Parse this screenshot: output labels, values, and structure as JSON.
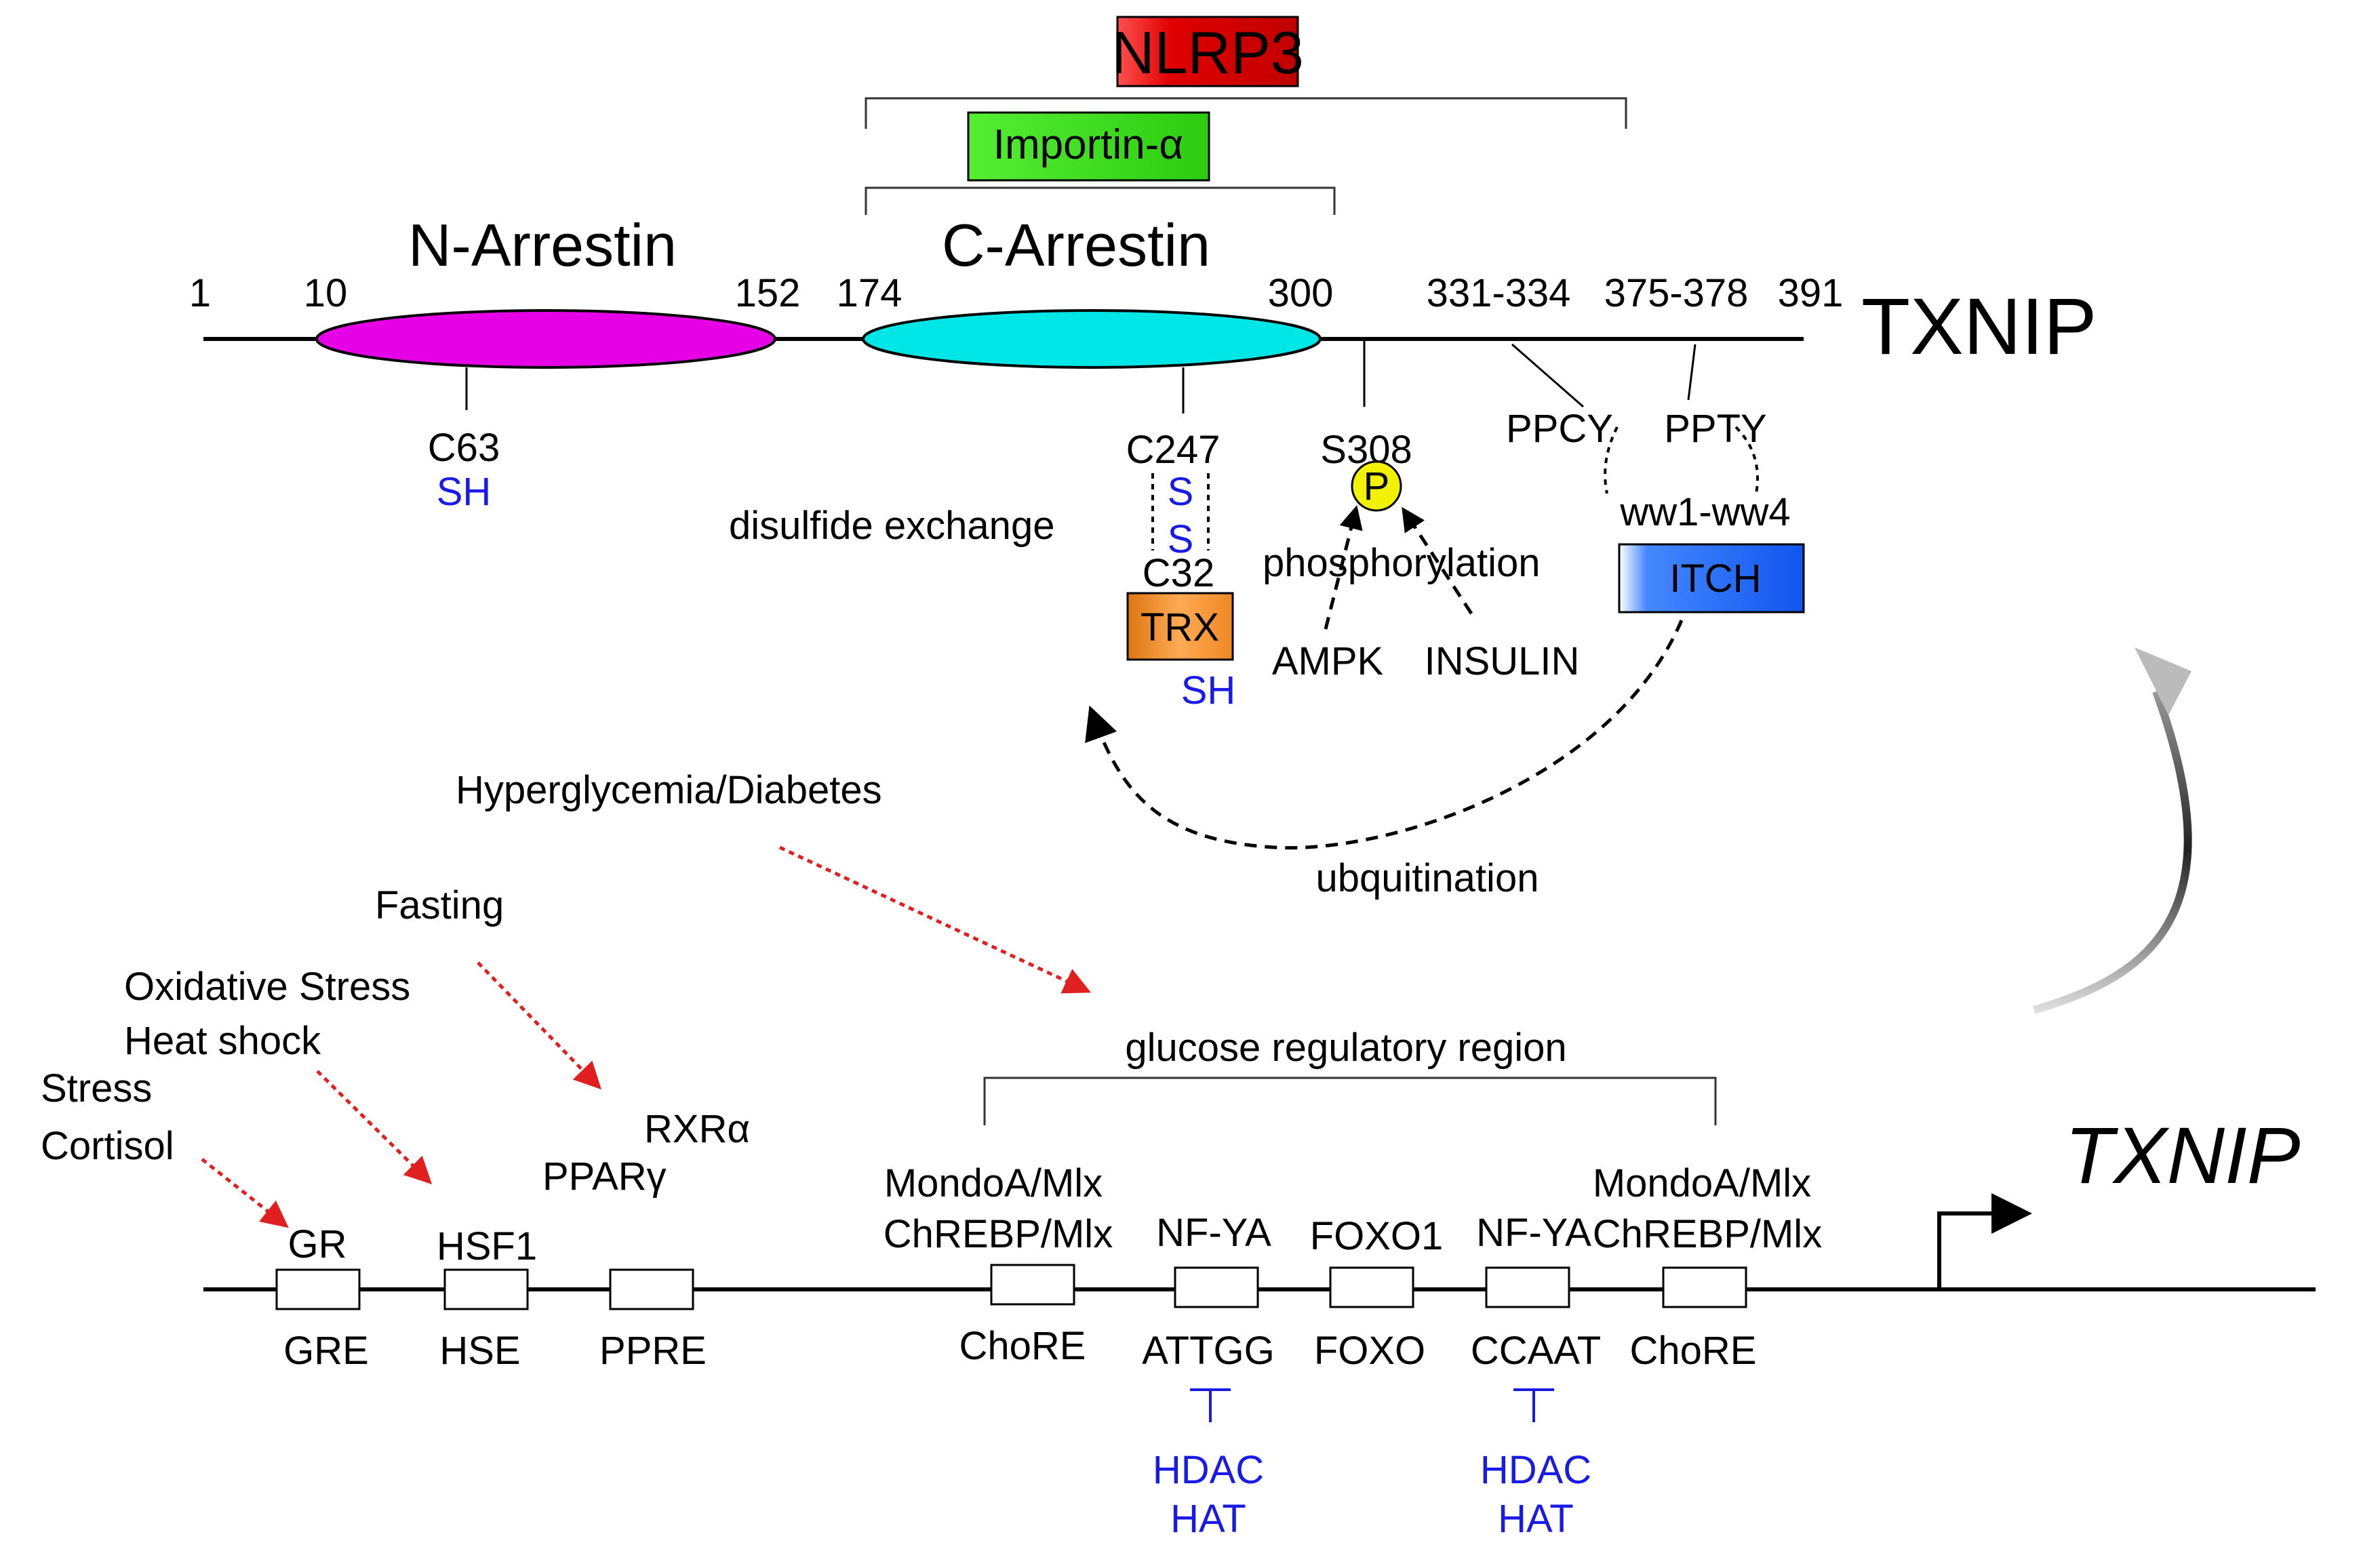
{
  "protein": {
    "title": "TXNIP",
    "domains": {
      "n_arrestin": "N-Arrestin",
      "c_arrestin": "C-Arrestin"
    },
    "positions": {
      "p1": "1",
      "p10": "10",
      "p152": "152",
      "p174": "174",
      "p300": "300",
      "p331": "331-334",
      "p375": "375-378",
      "p391": "391"
    },
    "partners": {
      "nlrp3": "NLRP3",
      "importin": "Importin-α",
      "trx": "TRX",
      "itch": "ITCH"
    },
    "residues": {
      "c63": "C63",
      "sh1": "SH",
      "c247": "C247",
      "s_top": "S",
      "s_bottom": "S",
      "c32": "C32",
      "sh2": "SH",
      "s308": "S308",
      "p_badge": "P",
      "ppcy": "PPCY",
      "ppty": "PPTY",
      "ww": "ww1-ww4"
    },
    "processes": {
      "disulfide": "disulfide exchange",
      "phosphorylation": "phosphorylation",
      "ampk": "AMPK",
      "insulin": "INSULIN",
      "ubiquitination": "ubquitination"
    }
  },
  "stimuli": {
    "hyperglycemia": "Hyperglycemia/Diabetes",
    "fasting": "Fasting",
    "oxidative": "Oxidative Stress",
    "heat": "Heat shock",
    "stress": "Stress",
    "cortisol": "Cortisol"
  },
  "gene": {
    "title": "TXNIP",
    "region": "glucose regulatory region",
    "factors": {
      "rxr": "RXRα",
      "ppar": "PPARγ",
      "gr": "GR",
      "hsf1": "HSF1",
      "mondo1": "MondoA/Mlx",
      "chrebp1": "ChREBP/Mlx",
      "nfya1": "NF-YA",
      "foxo1": "FOXO1",
      "nfya2": "NF-YA",
      "mondo2": "MondoA/Mlx",
      "chrebp2": "ChREBP/Mlx"
    },
    "elements": {
      "gre": "GRE",
      "hse": "HSE",
      "ppre": "PPRE",
      "chore1": "ChoRE",
      "attgg": "ATTGG",
      "foxo": "FOXO",
      "ccaat": "CCAAT",
      "chore2": "ChoRE"
    },
    "modifiers": {
      "hdac1": "HDAC",
      "hat1": "HAT",
      "hdac2": "HDAC",
      "hat2": "HAT"
    }
  },
  "colors": {
    "n_arrestin": "#e600e6",
    "c_arrestin": "#00e5e5",
    "nlrp3": "#e00000",
    "importin": "#33dd11",
    "trx": "#ee8822",
    "itch": "#1155ee",
    "p_badge": "#f2f200",
    "stimulus_arrow": "#e02020",
    "modifier_text": "#1a1ae6"
  }
}
